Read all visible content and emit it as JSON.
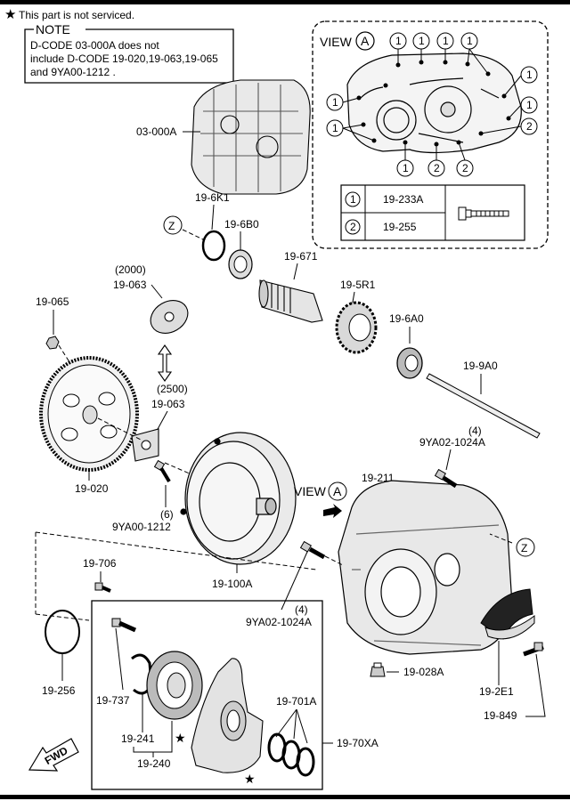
{
  "top_note": "This part is not serviced.",
  "note": {
    "title": "NOTE",
    "line1": "D-CODE 03-000A does not",
    "line2": "include D-CODE 19-020,19-063,19-065",
    "line3": "and 9YA00-1212 ."
  },
  "view_a": {
    "label": "VIEW",
    "letter": "A",
    "legend": [
      {
        "num": "1",
        "part": "19-233A"
      },
      {
        "num": "2",
        "part": "19-255"
      }
    ]
  },
  "callouts": {
    "c03_000A": "03-000A",
    "c19_6K1": "19-6K1",
    "c19_6B0": "19-6B0",
    "c19_671": "19-671",
    "c19_5R1": "19-5R1",
    "c19_6A0": "19-6A0",
    "c19_9A0": "19-9A0",
    "c2000": "(2000)",
    "c19_063_top": "19-063",
    "c19_065": "19-065",
    "c2500": "(2500)",
    "c19_063_bot": "19-063",
    "c19_020": "19-020",
    "c9YA00_qty": "(6)",
    "c9YA00": "9YA00-1212",
    "c19_100A": "19-100A",
    "c19_211": "19-211",
    "c9YA02_top_qty": "(4)",
    "c9YA02_top": "9YA02-1024A",
    "c9YA02_bot_qty": "(4)",
    "c9YA02_bot": "9YA02-1024A",
    "c19_706": "19-706",
    "c19_256": "19-256",
    "c19_737": "19-737",
    "c19_241": "19-241",
    "c19_240": "19-240",
    "c19_701A": "19-701A",
    "c19_70XA": "19-70XA",
    "c19_028A": "19-028A",
    "c19_2E1": "19-2E1",
    "c19_849": "19-849",
    "viewA_main_label": "VIEW",
    "viewA_main_letter": "A",
    "z_left": "Z",
    "z_right": "Z",
    "fwd": "FWD"
  }
}
